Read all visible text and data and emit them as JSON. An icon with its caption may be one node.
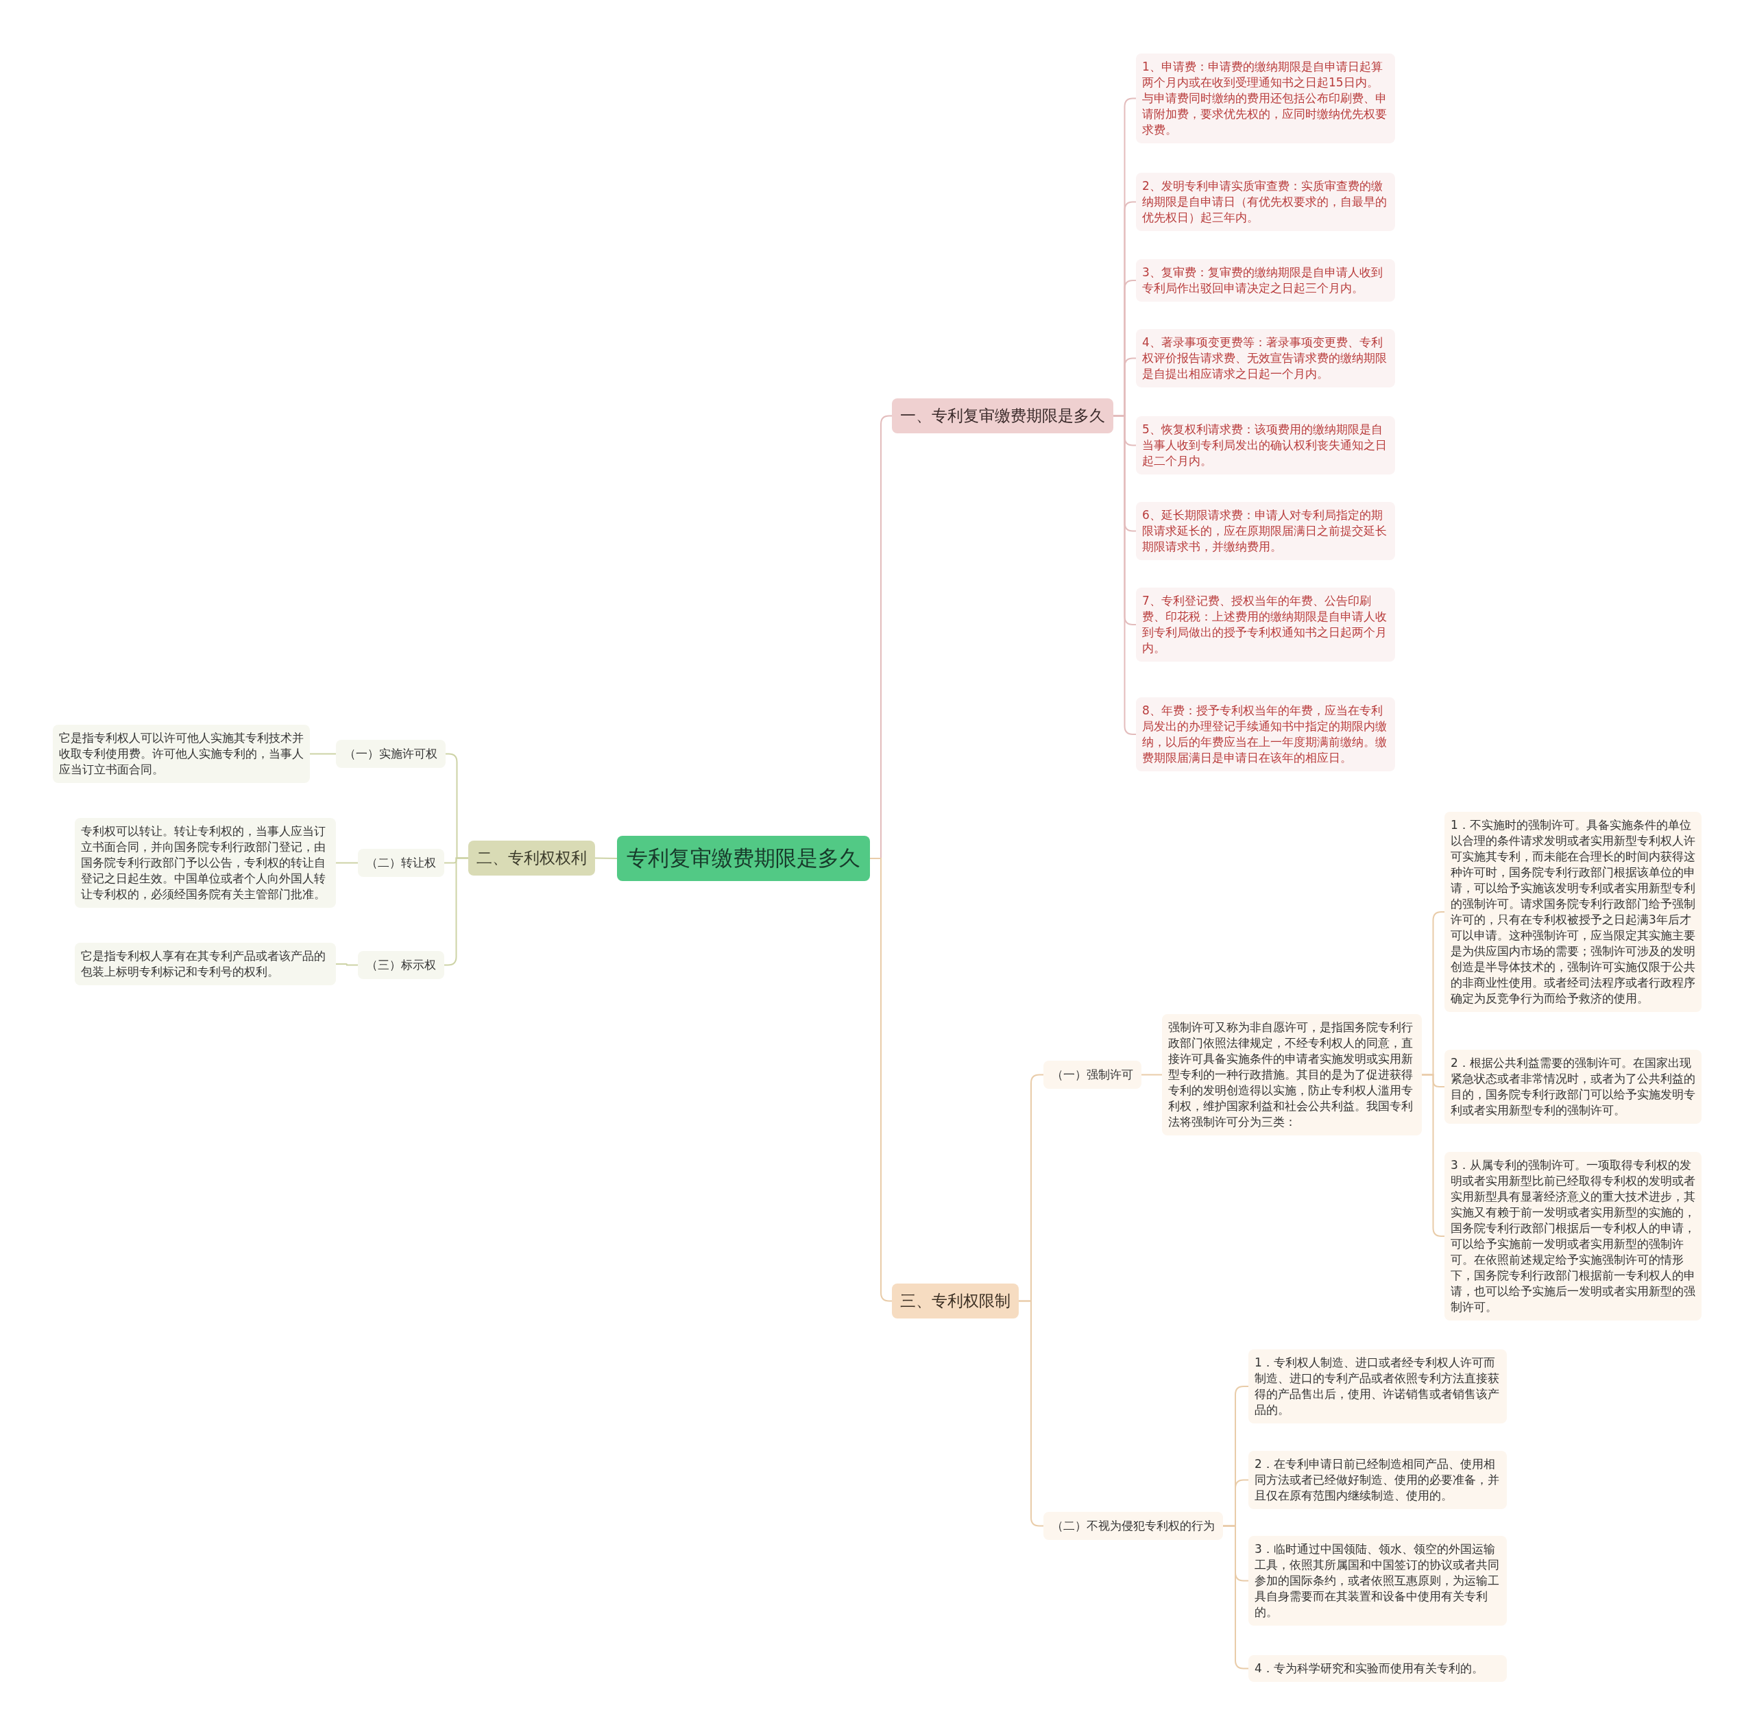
{
  "diagram": {
    "nodes": [
      {
        "text": [
          "专利复审缴费期限是多久"
        ]
      },
      {
        "text": [
          "一、专利复审缴费期限是多久"
        ]
      },
      {
        "text": [
          "1、申请费：申请费的缴纳期限是自申请日起算两个月内或在收到受理通知书之日起15日内。与申请费同时缴纳的费用还包括公布印刷费、申请附加费，要求优先权的，应同时缴纳优先权要求费。"
        ]
      },
      {
        "text": [
          "2、发明专利申请实质审查费：实质审查费的缴纳期限是自申请日（有优先权要求的，自最早的优先权日）起三年内。"
        ]
      },
      {
        "text": [
          "3、复审费：复审费的缴纳期限是自申请人收到专利局作出驳回申请决定之日起三个月内。"
        ]
      },
      {
        "text": [
          "4、著录事项变更费等：著录事项变更费、专利权评价报告请求费、无效宣告请求费的缴纳期限是自提出相应请求之日起一个月内。"
        ]
      },
      {
        "text": [
          "5、恢复权利请求费：该项费用的缴纳期限是自当事人收到专利局发出的确认权利丧失通知之日起二个月内。"
        ]
      },
      {
        "text": [
          "6、延长期限请求费：申请人对专利局指定的期限请求延长的，应在原期限届满日之前提交延长期限请求书，并缴纳费用。"
        ]
      },
      {
        "text": [
          "7、专利登记费、授权当年的年费、公告印刷费、印花税：上述费用的缴纳期限是自申请人收到专利局做出的授予专利权通知书之日起两个月内。"
        ]
      },
      {
        "text": [
          "8、年费：授予专利权当年的年费，应当在专利局发出的办理登记手续通知书中指定的期限内缴纳，以后的年费应当在上一年度期满前缴纳。缴费期限届满日是申请日在该年的相应日。"
        ]
      },
      {
        "text": [
          "二、专利权权利"
        ]
      },
      {
        "text": [
          "（一）实施许可权"
        ]
      },
      {
        "text": [
          "它是指专利权人可以许可他人实施其专利技术并收取专利使用费。许可他人实施专利的，当事人应当订立书面合同。"
        ]
      },
      {
        "text": [
          "（二）转让权"
        ]
      },
      {
        "text": [
          "专利权可以转让。转让专利权的，当事人应当订立书面合同，并向国务院专利行政部门登记，由国务院专利行政部门予以公告，专利权的转让自登记之日起生效。中国单位或者个人向外国人转让专利权的，必须经国务院有关主管部门批准。"
        ]
      },
      {
        "text": [
          "（三）标示权"
        ]
      },
      {
        "text": [
          "它是指专利权人享有在其专利产品或者该产品的包装上标明专利标记和专利号的权利。"
        ]
      },
      {
        "text": [
          "三、专利权限制"
        ]
      },
      {
        "text": [
          "（一）强制许可"
        ]
      },
      {
        "text": [
          "强制许可又称为非自愿许可，是指国务院专利行政部门依照法律规定，不经专利权人的同意，直接许可具备实施条件的申请者实施发明或实用新型专利的一种行政措施。其目的是为了促进获得专利的发明创造得以实施，防止专利权人滥用专利权，维护国家利益和社会公共利益。我国专利法将强制许可分为三类："
        ]
      },
      {
        "text": [
          "1．不实施时的强制许可。具备实施条件的单位以合理的条件请求发明或者实用新型专利权人许可实施其专利，而未能在合理长的时间内获得这种许可时，国务院专利行政部门根据该单位的申请，可以给予实施该发明专利或者实用新型专利的强制许可。请求国务院专利行政部门给予强制许可的，只有在专利权被授予之日起满3年后才可以申请。这种强制许可，应当限定其实施主要是为供应国内市场的需要；强制许可涉及的发明创造是半导体技术的，强制许可实施仅限于公共的非商业性使用。或者经司法程序或者行政程序确定为反竞争行为而给予救济的使用。"
        ]
      },
      {
        "text": [
          "2．根据公共利益需要的强制许可。在国家出现紧急状态或者非常情况时，或者为了公共利益的目的，国务院专利行政部门可以给予实施发明专利或者实用新型专利的强制许可。"
        ]
      },
      {
        "text": [
          "3．从属专利的强制许可。一项取得专利权的发明或者实用新型比前已经取得专利权的发明或者实用新型具有显著经济意义的重大技术进步，其实施又有赖于前一发明或者实用新型的实施的，国务院专利行政部门根据后一专利权人的申请，可以给予实施前一发明或者实用新型的强制许可。在依照前述规定给予实施强制许可的情形下，国务院专利行政部门根据前一专利权人的申请，也可以给予实施后一发明或者实用新型的强制许可。"
        ]
      },
      {
        "text": [
          "（二）不视为侵犯专利权的行为"
        ]
      },
      {
        "text": [
          "1．专利权人制造、进口或者经专利权人许可而制造、进口的专利产品或者依照专利方法直接获得的产品售出后，使用、许诺销售或者销售该产品的。"
        ]
      },
      {
        "text": [
          "2．在专利申请日前已经制造相同产品、使用相同方法或者已经做好制造、使用的必要准备，并且仅在原有范围内继续制造、使用的。"
        ]
      },
      {
        "text": [
          "3．临时通过中国领陆、领水、领空的外国运输工具，依照其所属国和中国签订的协议或者共同参加的国际条约，或者依照互惠原则，为运输工具自身需要而在其装置和设备中使用有关专利的。"
        ]
      },
      {
        "text": [
          "4．专为科学研究和实验而使用有关专利的。"
        ]
      }
    ],
    "edges": [
      {
        "from": 0,
        "to": 1,
        "arrow": "none",
        "color": "#e3bcbc"
      },
      {
        "from": 1,
        "to": 2,
        "arrow": "none",
        "color": "#e3bcbc"
      },
      {
        "from": 1,
        "to": 3,
        "arrow": "none",
        "color": "#e3bcbc"
      },
      {
        "from": 1,
        "to": 4,
        "arrow": "none",
        "color": "#e3bcbc"
      },
      {
        "from": 1,
        "to": 5,
        "arrow": "none",
        "color": "#e3bcbc"
      },
      {
        "from": 1,
        "to": 6,
        "arrow": "none",
        "color": "#e3bcbc"
      },
      {
        "from": 1,
        "to": 7,
        "arrow": "none",
        "color": "#e3bcbc"
      },
      {
        "from": 1,
        "to": 8,
        "arrow": "none",
        "color": "#e3bcbc"
      },
      {
        "from": 1,
        "to": 9,
        "arrow": "none",
        "color": "#e3bcbc"
      },
      {
        "from": 0,
        "to": 10,
        "arrow": "none",
        "color": "#cdd3a6"
      },
      {
        "from": 10,
        "to": 11,
        "arrow": "none",
        "color": "#cdd3a6"
      },
      {
        "from": 11,
        "to": 12,
        "arrow": "none",
        "color": "#cdd3a6"
      },
      {
        "from": 10,
        "to": 13,
        "arrow": "none",
        "color": "#cdd3a6"
      },
      {
        "from": 13,
        "to": 14,
        "arrow": "none",
        "color": "#cdd3a6"
      },
      {
        "from": 10,
        "to": 15,
        "arrow": "none",
        "color": "#cdd3a6"
      },
      {
        "from": 15,
        "to": 16,
        "arrow": "none",
        "color": "#cdd3a6"
      },
      {
        "from": 0,
        "to": 17,
        "arrow": "none"
      },
      {
        "from": 17,
        "to": 18,
        "arrow": "none"
      },
      {
        "from": 18,
        "to": 19,
        "arrow": "none"
      },
      {
        "from": 19,
        "to": 20,
        "arrow": "none"
      },
      {
        "from": 19,
        "to": 21,
        "arrow": "none"
      },
      {
        "from": 19,
        "to": 22,
        "arrow": "none"
      },
      {
        "from": 17,
        "to": 23,
        "arrow": "none"
      },
      {
        "from": 23,
        "to": 24,
        "arrow": "none"
      },
      {
        "from": 23,
        "to": 25,
        "arrow": "none"
      },
      {
        "from": 23,
        "to": 26,
        "arrow": "none"
      },
      {
        "from": 23,
        "to": 27,
        "arrow": "none"
      }
    ]
  }
}
